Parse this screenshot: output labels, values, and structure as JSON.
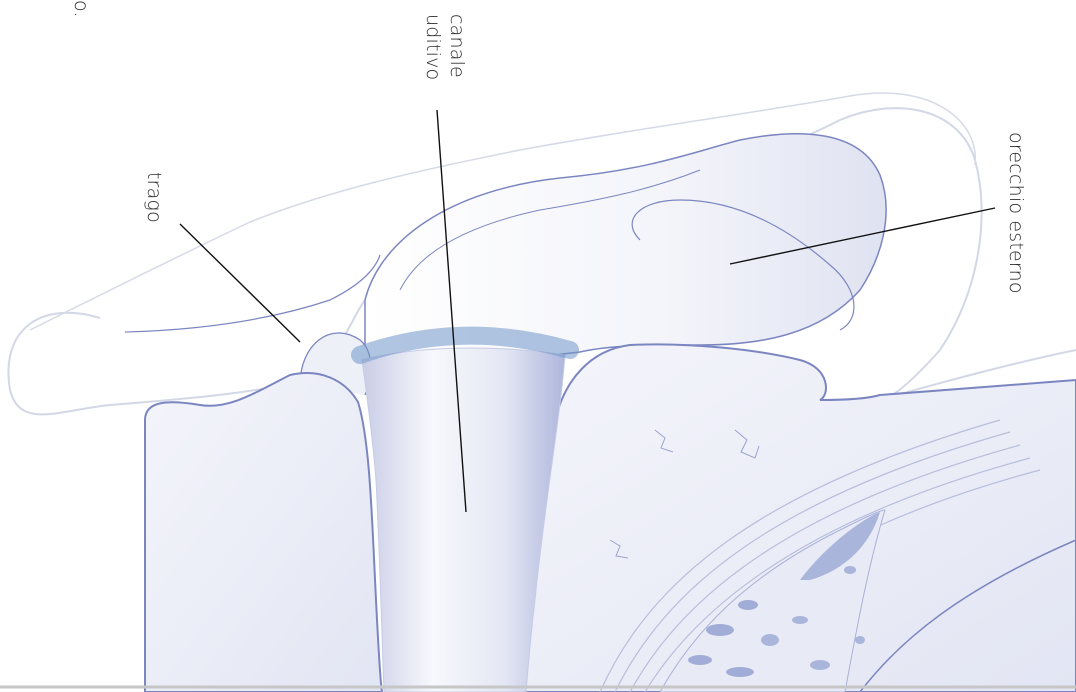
{
  "labels": {
    "corner_fragment": "o.",
    "canal_line1": "canale",
    "canal_line2": "uditivo",
    "tragus": "trago",
    "outer_ear": "orecchio esterno"
  },
  "colors": {
    "outline": "#d3d7e6",
    "structure_line": "#7b86c1",
    "tissue_fill": "#eceef8",
    "canal_fill": "#d9dcee",
    "canal_band": "#6f96c8",
    "bone_fill": "#8f9ed0",
    "leader_line": "#111111",
    "label_text": "#2a2a2a"
  }
}
